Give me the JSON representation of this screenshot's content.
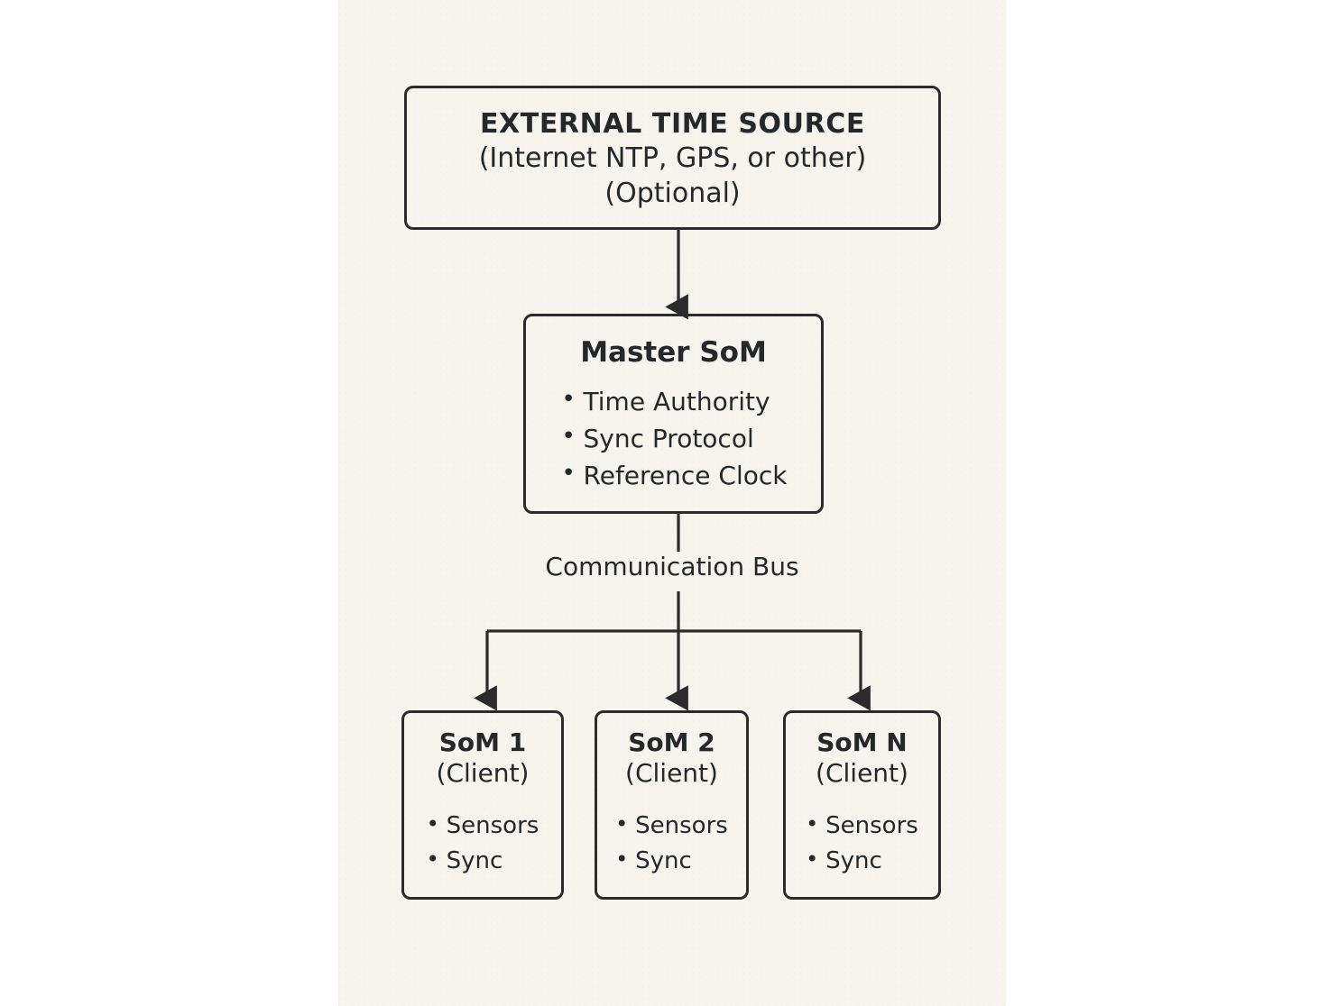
{
  "canvas": {
    "paper_color": "#f7f4ed",
    "outer_color": "#ffffff",
    "ink_color": "#2b2b2b"
  },
  "diagram": {
    "external_source": {
      "title": "EXTERNAL TIME SOURCE",
      "subtitle": "(Internet NTP, GPS, or other)",
      "note": "(Optional)"
    },
    "master": {
      "title": "Master SoM",
      "bullets": [
        "Time Authority",
        "Sync Protocol",
        "Reference Clock"
      ]
    },
    "bus": {
      "label": "Communication Bus"
    },
    "clients": [
      {
        "title": "SoM 1",
        "role": "(Client)",
        "bullets": [
          "Sensors",
          "Sync"
        ]
      },
      {
        "title": "SoM 2",
        "role": "(Client)",
        "bullets": [
          "Sensors",
          "Sync"
        ]
      },
      {
        "title": "SoM N",
        "role": "(Client)",
        "bullets": [
          "Sensors",
          "Sync"
        ]
      }
    ]
  }
}
